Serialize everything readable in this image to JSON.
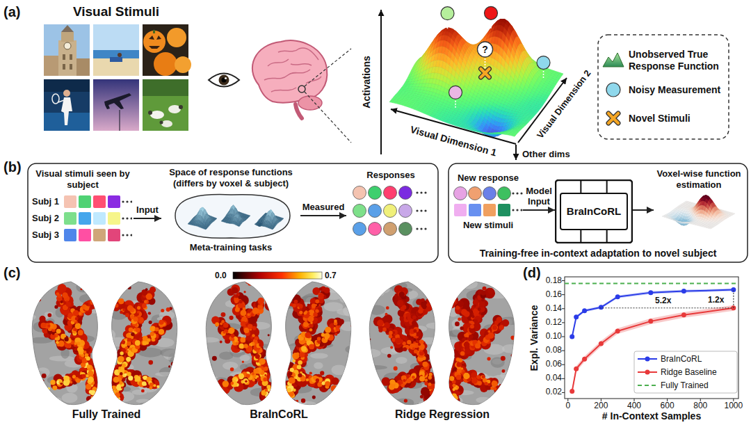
{
  "diagram": {
    "nodes": [
      {
        "text": [
          "Visual stimuli seen by subject",
          "Subj 1",
          "Subj 2",
          "Subj 3"
        ]
      },
      {
        "text": [
          "Space of response functions (differs by voxel & subject)",
          "Meta-training tasks"
        ]
      },
      {
        "text": [
          "Responses"
        ]
      },
      {
        "text": [
          "New response",
          "New stimuli"
        ]
      },
      {
        "text": [
          "BraInCoRL"
        ]
      },
      {
        "text": [
          "Voxel-wise function estimation"
        ]
      }
    ],
    "edges": [
      {
        "from": 0,
        "to": 1,
        "arrow": "to",
        "label": "Input"
      },
      {
        "from": 1,
        "to": 2,
        "arrow": "to",
        "label": "Measured"
      },
      {
        "from": 3,
        "to": 4,
        "arrow": "to",
        "label": "Model Input"
      },
      {
        "from": 4,
        "to": 5,
        "arrow": "to"
      }
    ],
    "labels": [
      "(a)",
      "Visual Stimuli",
      "Activations",
      "Visual Dimension 1",
      "Visual Dimension 2",
      "Other dims",
      "?",
      "(b)",
      "Training-free in-context adaptation to novel subject",
      "(c)",
      "0.0",
      "0.7",
      "Fully Trained",
      "BraInCoRL",
      "Ridge Regression",
      "(d)",
      "0.02",
      "0.04",
      "0.06",
      "0.08",
      "0.10",
      "0.12",
      "0.14",
      "0.16",
      "0.18",
      "0",
      "200",
      "400",
      "600",
      "800",
      "1000",
      "Expl. Variance",
      "# In-Context Samples",
      "5.2x",
      "1.2x"
    ],
    "legend": [
      {
        "text": "Unobserved True Response Function"
      },
      {
        "text": "Noisy Measurement"
      },
      {
        "text": "Novel Stimuli"
      },
      {
        "text": "BraInCoRL"
      },
      {
        "text": "Ridge Baseline"
      },
      {
        "text": "Fully Trained"
      }
    ]
  }
}
